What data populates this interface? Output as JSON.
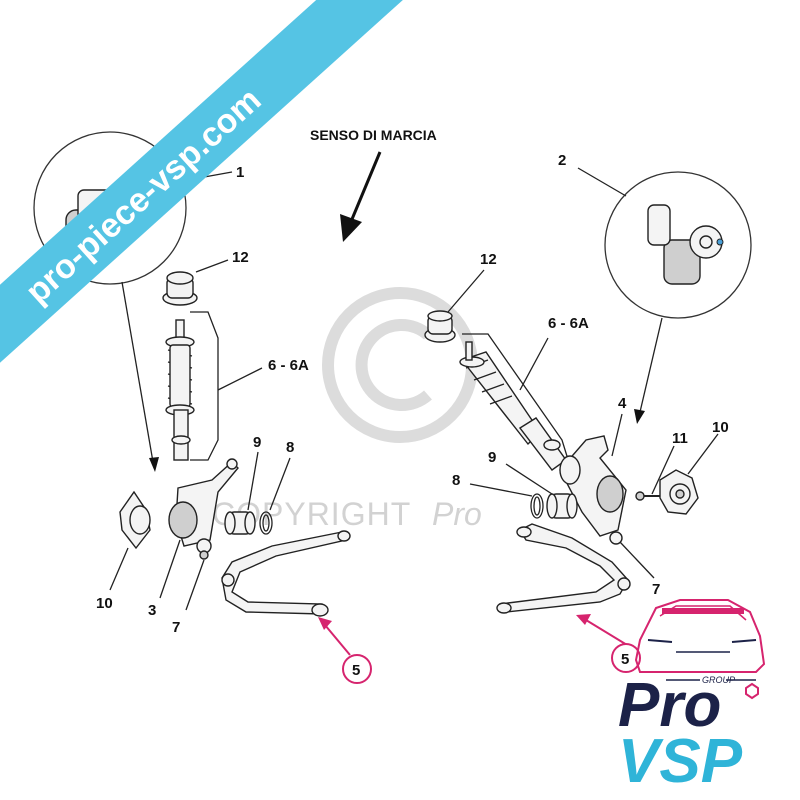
{
  "diagram": {
    "direction_label": "SENSO DI MARCIA",
    "labels": {
      "left_1": "1",
      "right_2": "2",
      "left_12": "12",
      "right_12": "12",
      "left_6_6a": "6 - 6A",
      "right_6_6a": "6 - 6A",
      "left_9": "9",
      "left_8": "8",
      "right_9": "9",
      "right_8": "8",
      "right_4": "4",
      "right_11": "11",
      "right_10": "10",
      "left_10": "10",
      "left_3": "3",
      "left_7": "7",
      "right_7": "7",
      "left_5": "5",
      "right_5": "5"
    },
    "highlight_color": "#d6246e"
  },
  "watermark": {
    "copyright": "COPYRIGHT",
    "brand": "Pro",
    "banner": "pro-piece-vsp.com",
    "banner_color": "#55c4e4"
  },
  "logo": {
    "group": "GROUP",
    "pro": "Pro",
    "vsp": "VSP",
    "primary_color": "#1c2248",
    "accent_color": "#2fb4d8",
    "car_outline_color": "#d6246e"
  }
}
